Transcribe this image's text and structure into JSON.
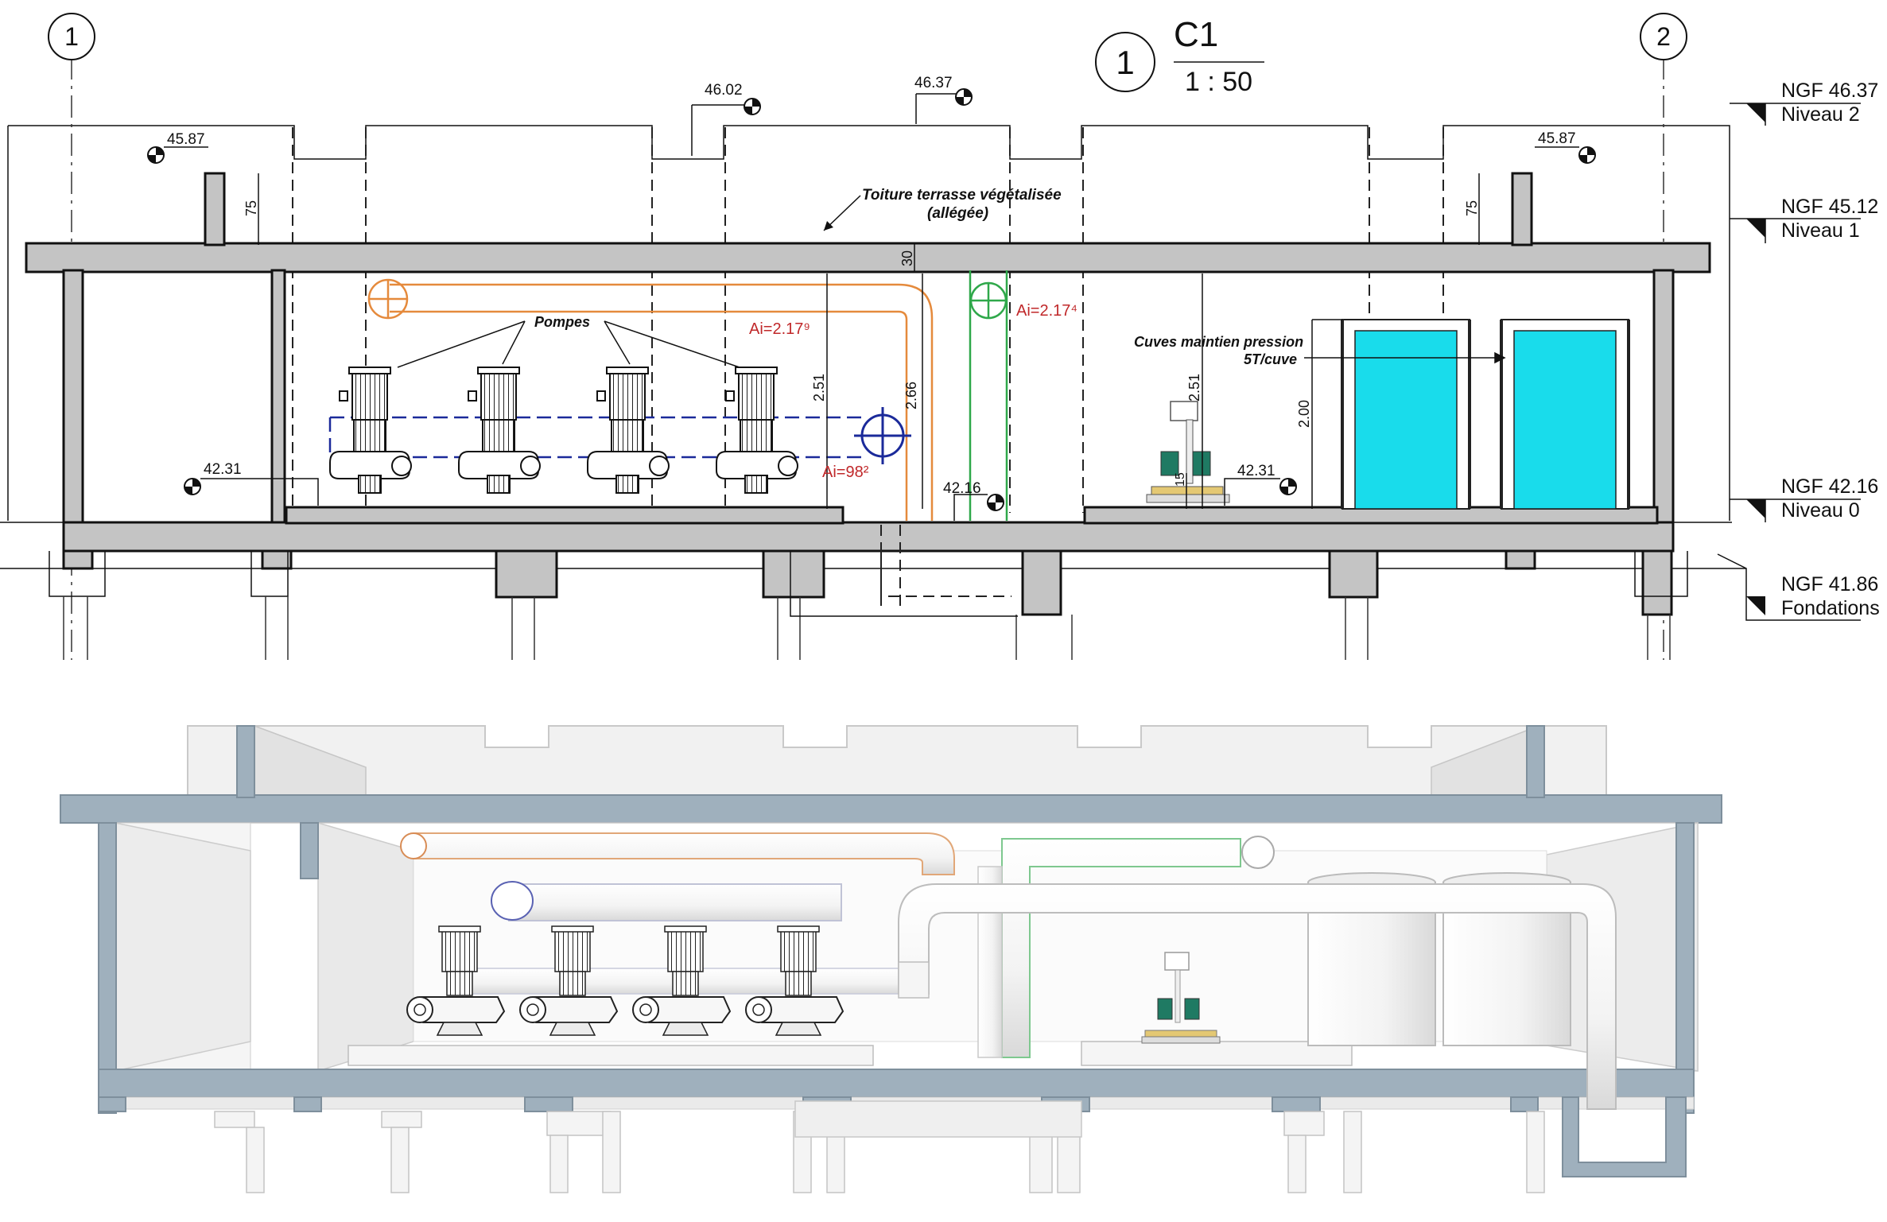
{
  "section": {
    "number": "1",
    "name": "C1",
    "scale": "1 : 50"
  },
  "grid_axes": [
    {
      "label": "1"
    },
    {
      "label": "2"
    }
  ],
  "levels": [
    {
      "ngf": "NGF  46.37",
      "name": "Niveau 2"
    },
    {
      "ngf": "NGF  45.12",
      "name": "Niveau 1"
    },
    {
      "ngf": "NGF  42.16",
      "name": "Niveau 0"
    },
    {
      "ngf": "NGF  41.86",
      "name": "Fondations"
    }
  ],
  "spot_levels": {
    "acrotere_left": "45.87",
    "acrotere_right": "45.87",
    "roof_a": "46.02",
    "roof_b": "46.37",
    "floor_left": "42.31",
    "floor_mid": "42.16",
    "floor_right": "42.31"
  },
  "dimensions": {
    "parapet_left": "75",
    "parapet_right": "75",
    "slab": "30",
    "height_a": "2.51",
    "height_b": "2.66",
    "height_c": "2.51",
    "tank_height": "2.00",
    "small": "15"
  },
  "annotations": {
    "roof_line1": "Toiture terrasse végétalisée",
    "roof_line2": "(allégée)",
    "pumps": "Pompes",
    "tanks_line1": "Cuves maintien pression",
    "tanks_line2": "5T/cuve"
  },
  "pipe_labels": {
    "orange": "Ai=2.17⁹",
    "green": "Ai=2.17⁴",
    "blue": "Ai=98²"
  },
  "colors": {
    "orange_pipe": "#e58a3c",
    "green_pipe": "#2fa84a",
    "blue_pipe": "#1b2a9a",
    "tank_water": "#19dceb",
    "concrete_3d": "#9fb0bd",
    "label_red": "#c0282a"
  }
}
